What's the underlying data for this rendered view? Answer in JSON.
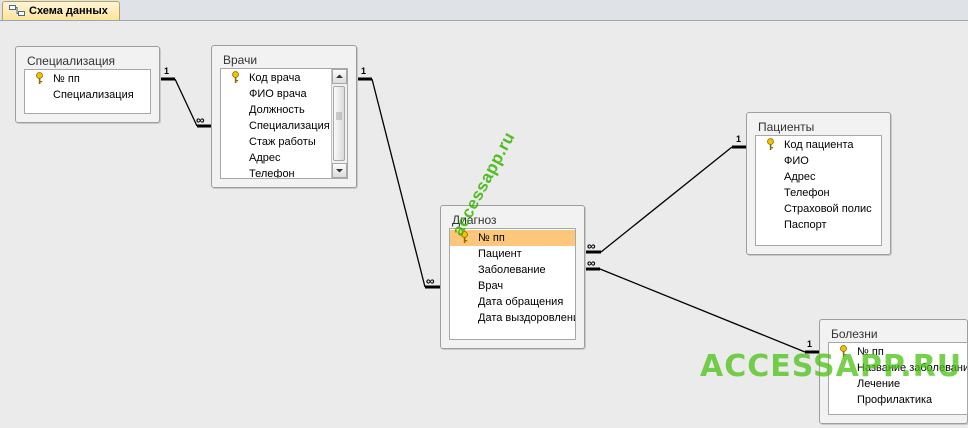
{
  "tab": {
    "label": "Схема данных"
  },
  "tables": {
    "specializaciya": {
      "title": "Специализация",
      "fields": [
        {
          "name": "№ пп",
          "key": true
        },
        {
          "name": "Специализация",
          "key": false
        }
      ]
    },
    "vrachi": {
      "title": "Врачи",
      "fields": [
        {
          "name": "Код врача",
          "key": true
        },
        {
          "name": "ФИО врача",
          "key": false
        },
        {
          "name": "Должность",
          "key": false
        },
        {
          "name": "Специализация",
          "key": false
        },
        {
          "name": "Стаж работы",
          "key": false
        },
        {
          "name": "Адрес",
          "key": false
        },
        {
          "name": "Телефон",
          "key": false
        }
      ]
    },
    "diagnoz": {
      "title": "Диагноз",
      "fields": [
        {
          "name": "№ пп",
          "key": true,
          "selected": true
        },
        {
          "name": "Пациент",
          "key": false
        },
        {
          "name": "Заболевание",
          "key": false
        },
        {
          "name": "Врач",
          "key": false
        },
        {
          "name": "Дата обращения",
          "key": false
        },
        {
          "name": "Дата выздоровления",
          "key": false
        }
      ]
    },
    "pacienty": {
      "title": "Пациенты",
      "fields": [
        {
          "name": "Код пациента",
          "key": true
        },
        {
          "name": "ФИО",
          "key": false
        },
        {
          "name": "Адрес",
          "key": false
        },
        {
          "name": "Телефон",
          "key": false
        },
        {
          "name": "Страховой полис",
          "key": false
        },
        {
          "name": "Паспорт",
          "key": false
        }
      ]
    },
    "bolezni": {
      "title": "Болезни",
      "fields": [
        {
          "name": "№ пп",
          "key": true
        },
        {
          "name": "Название заболевания",
          "key": false
        },
        {
          "name": "Лечение",
          "key": false
        },
        {
          "name": "Профилактика",
          "key": false
        }
      ]
    }
  },
  "relationships": [
    {
      "from": "specializaciya",
      "to": "vrachi",
      "one": "1",
      "many": "∞"
    },
    {
      "from": "vrachi",
      "to": "diagnoz",
      "one": "1",
      "many": "∞"
    },
    {
      "from": "pacienty",
      "to": "diagnoz",
      "one": "1",
      "many": "∞"
    },
    {
      "from": "bolezni",
      "to": "diagnoz",
      "one": "1",
      "many": "∞"
    }
  ],
  "watermarks": {
    "small": "accessapp.ru",
    "big": "ACCESSAPP.RU"
  },
  "colors": {
    "selected_row": "#fcc77a",
    "key_icon": "#e0b000",
    "watermark": "#3fbd10"
  }
}
